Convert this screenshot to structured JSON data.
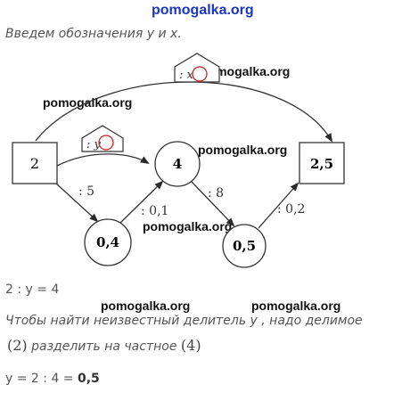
{
  "watermark_top": "pomogalka.org",
  "watermarks": [
    "pomogalka.org",
    "pomogalka.org",
    "pomogalka.org",
    "pomogalka.org",
    "pomogalka.org",
    "pomogalka.org"
  ],
  "intro": "Введем обозначения у и х.",
  "diagram": {
    "node_start": "2",
    "node_mid": "4",
    "node_left": "0,4",
    "node_right_bottom": "0,5",
    "node_end": "2,5",
    "op_left": ": 5",
    "op_up": ": 0,1",
    "op_down": ": 8",
    "op_final": ": 0,2",
    "house_y": ": y",
    "house_x": ": x"
  },
  "equation": "2 : y = 4",
  "rule_line1": "Чтобы найти неизвестный делитель у , надо делимое",
  "rule_line2_num": "(2)",
  "rule_line2_text": "разделить на частное",
  "rule_line2_num2": "(4)",
  "answer_prefix": "у = 2 : 4 = ",
  "answer_value": "0,5"
}
